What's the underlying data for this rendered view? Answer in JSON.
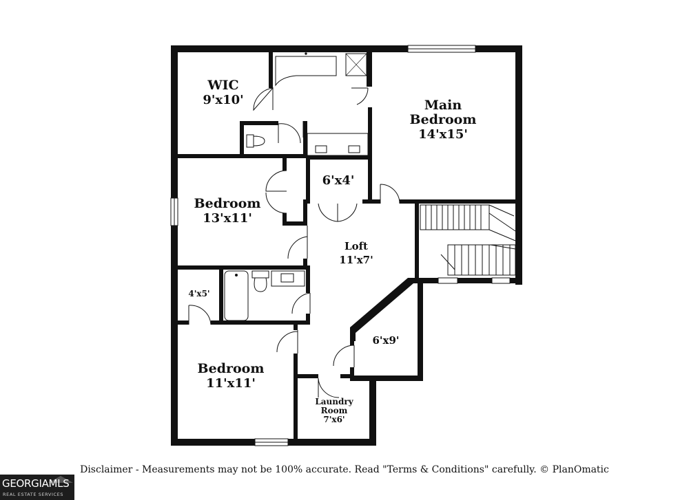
{
  "rooms": {
    "wic": {
      "name": "WIC",
      "dims": "9'x10'"
    },
    "main_bedroom": {
      "name_line1": "Main",
      "name_line2": "Bedroom",
      "dims": "14'x15'"
    },
    "closet_6x4": {
      "dims": "6'x4'"
    },
    "bedroom_2": {
      "name": "Bedroom",
      "dims": "13'x11'"
    },
    "loft": {
      "name": "Loft",
      "dims": "11'x7'"
    },
    "bath_4x5": {
      "dims": "4'x5'"
    },
    "closet_6x9": {
      "dims": "6'x9'"
    },
    "bedroom_3": {
      "name": "Bedroom",
      "dims": "11'x11'"
    },
    "laundry": {
      "name_line1": "Laundry",
      "name_line2": "Room",
      "dims": "7'x6'"
    }
  },
  "disclaimer": "Disclaimer - Measurements may not be 100% accurate. Read \"Terms & Conditions\" carefully. © PlanOmatic",
  "logo": {
    "main": "GEORGIAMLS",
    "sub": "REAL ESTATE SERVICES"
  },
  "colors": {
    "wall": "#111111",
    "background": "#ffffff"
  }
}
